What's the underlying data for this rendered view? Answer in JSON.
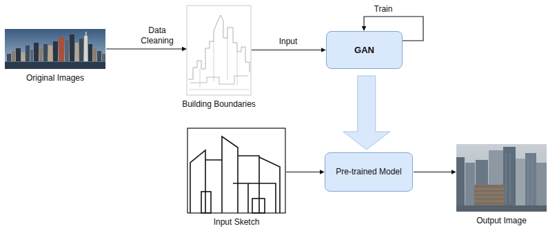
{
  "diagram": {
    "nodes": [
      {
        "text": [
          "Original Images"
        ]
      },
      {
        "text": [
          "Building Boundaries"
        ]
      },
      {
        "text": [
          "GAN"
        ]
      },
      {
        "text": [
          "Input Sketch"
        ]
      },
      {
        "text": [
          "Pre-trained Model"
        ]
      },
      {
        "text": [
          "Output Image"
        ]
      }
    ],
    "edges": [
      {
        "from": 0,
        "to": 1,
        "label": "Data Cleaning",
        "arrow": "to"
      },
      {
        "from": 1,
        "to": 2,
        "label": "Input",
        "arrow": "to"
      },
      {
        "from": 2,
        "to": 2,
        "label": "Train",
        "arrow": "to"
      },
      {
        "from": 2,
        "to": 4,
        "arrow": "to"
      },
      {
        "from": 3,
        "to": 4,
        "arrow": "to"
      },
      {
        "from": 4,
        "to": 5,
        "arrow": "to"
      }
    ]
  }
}
